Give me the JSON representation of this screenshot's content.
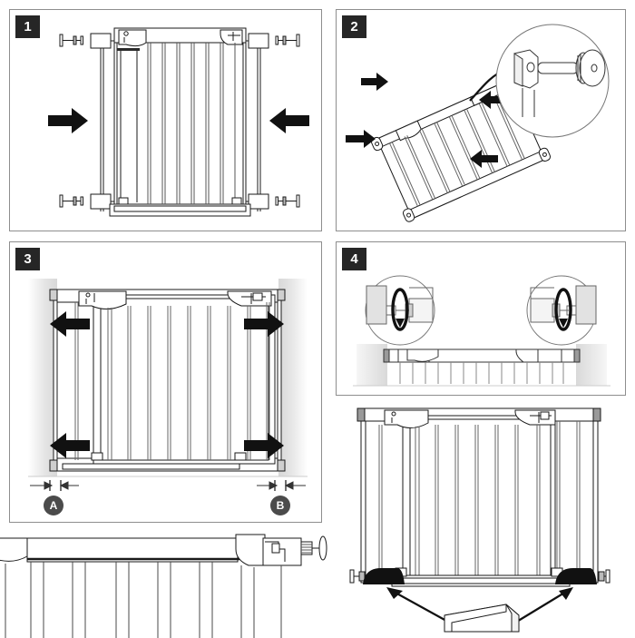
{
  "document": {
    "title": "Safety Gate Installation Instructions",
    "type": "assembly-instruction-diagram",
    "background_color": "#ffffff",
    "line_color": "#1a1a1a",
    "panel_border_color": "#8e8e8e",
    "badge_color": "#262626",
    "badge_text_color": "#ffffff",
    "callout_circle_color": "#4b4b4b",
    "wall_fill_color": "#e8e8e8"
  },
  "panels": [
    {
      "id": "panel-1",
      "step_number": "1",
      "name": "mount-wall-cups-and-bolts",
      "subject": "Front view of pressure-fit safety gate between two walls with four wall cups and four threaded bolts positioned at the corners",
      "arrows": [
        {
          "direction": "right",
          "position": "left-middle"
        },
        {
          "direction": "left",
          "position": "right-middle"
        }
      ],
      "hardware": [
        {
          "part": "threaded-bolt-with-washer",
          "count": 4
        },
        {
          "part": "wall-cup",
          "count": 4
        }
      ]
    },
    {
      "id": "panel-2",
      "step_number": "2",
      "name": "attach-spindles-to-gate-frame",
      "subject": "Tilted three-quarter view of the gate frame with four arrows indicating the four corner spindle locations, plus a magnified circular detail inset",
      "arrows": [
        {
          "direction": "right",
          "position": "upper-left"
        },
        {
          "direction": "left",
          "position": "upper-right"
        },
        {
          "direction": "right",
          "position": "lower-left"
        },
        {
          "direction": "left",
          "position": "lower-right"
        }
      ],
      "detail_inset": {
        "name": "spindle-knob-detail",
        "shape": "circle",
        "contents": "Gate frame corner block with threaded spindle rod and knurled adjustment knob",
        "has_leader_arrow": true
      }
    },
    {
      "id": "panel-3",
      "step_number": "3",
      "name": "expand-gate-to-fit-opening",
      "subject": "Front view of the gate installed in a doorway with walls at both sides; four arrows show the frame extending outward against the walls",
      "arrows": [
        {
          "direction": "left",
          "position": "upper-left"
        },
        {
          "direction": "right",
          "position": "upper-right"
        },
        {
          "direction": "left",
          "position": "lower-left"
        },
        {
          "direction": "right",
          "position": "lower-right"
        }
      ],
      "dimension_callouts": [
        {
          "label": "A",
          "name": "gap-callout-a",
          "position": "bottom-left",
          "style": "filled-circle"
        },
        {
          "label": "B",
          "name": "gap-callout-b",
          "position": "bottom-right",
          "style": "filled-circle"
        }
      ],
      "walls": [
        {
          "side": "left"
        },
        {
          "side": "right"
        }
      ]
    },
    {
      "id": "panel-4",
      "step_number": "4",
      "name": "tighten-spindle-knobs",
      "subject": "Top-down plan view of the gate fitted between two walls, with two magnified circular insets showing rotation arrows on the adjustment knobs",
      "detail_insets": [
        {
          "name": "left-knob-rotation-detail",
          "shape": "circle",
          "contents": "Magnified wall bracket and spindle with a circular rotation arrow indicating turn to tighten",
          "rotation_arrow": true
        },
        {
          "name": "right-knob-rotation-detail",
          "shape": "circle",
          "contents": "Magnified wall bracket and spindle with a circular rotation arrow indicating turn to tighten",
          "rotation_arrow": true
        }
      ]
    }
  ],
  "loose_artwork": [
    {
      "id": "art-bottom-left",
      "name": "gate-top-rail-closeup",
      "subject": "Cropped close-up of the gate's upper rail and right-hand spindle bolt, bleeding off the bottom-left edge of the sheet",
      "framed": false
    },
    {
      "id": "art-panel4-gate",
      "name": "gate-with-floor-wedges",
      "subject": "Front view of the fully installed gate showing two black floor wedges at the base, with two leader arrows pointing from a U-channel threshold bar up to the wedge positions",
      "framed": false,
      "components": [
        {
          "part": "floor-wedge",
          "count": 2,
          "color": "#111111"
        },
        {
          "part": "u-channel-threshold-bar",
          "count": 1
        },
        {
          "part": "leader-arrow",
          "count": 2
        }
      ]
    }
  ]
}
